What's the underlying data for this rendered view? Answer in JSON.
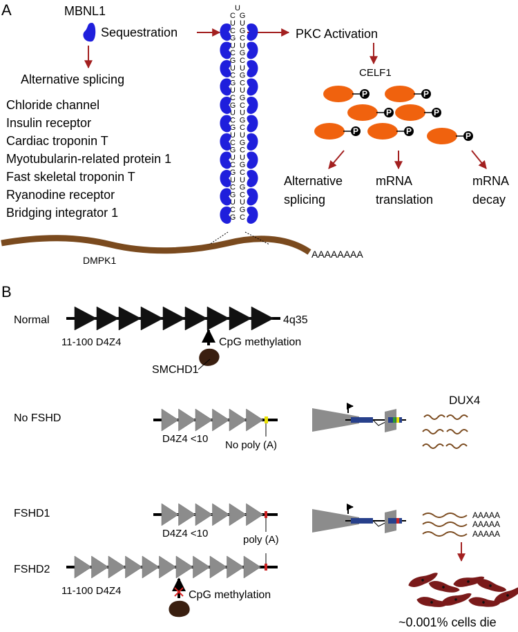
{
  "colors": {
    "mbnl": "#1f1fdc",
    "celf": "#f0620e",
    "arrow": "#a32020",
    "mrna": "#7a4a1e",
    "repeat_normal": "#111111",
    "repeat_short": "#8c8c8c",
    "exon": "#27408b",
    "polyA_yellow": "#e8e000",
    "polyA_red": "#cc2222",
    "smchd1": "#3a1f10",
    "cells": "#7a1a1a"
  },
  "panel_a": {
    "label": "A",
    "mbnl1": "MBNL1",
    "sequestration": "Sequestration",
    "pkc": "PKC Activation",
    "alt_splicing": "Alternative splicing",
    "targets": [
      "Chloride channel",
      "Insulin receptor",
      "Cardiac troponin T",
      "Myotubularin-related protein 1",
      "Fast skeletal troponin T",
      "Ryanodine receptor",
      "Bridging integrator 1"
    ],
    "celf1": "CELF1",
    "phospho": "P",
    "outcomes": [
      [
        "Alternative",
        "splicing"
      ],
      [
        "mRNA",
        "translation"
      ],
      [
        "mRNA",
        "decay"
      ]
    ],
    "hairpin_top": "U",
    "hairpin_cap": [
      "C",
      "G"
    ],
    "dmpk": "DMPK1",
    "polya": "AAAAAAAA"
  },
  "panel_b": {
    "label": "B",
    "normal": "Normal",
    "locus": "4q35",
    "repeats_normal": "11-100 D4Z4",
    "cpg": "CpG methylation",
    "smchd1": "SMCHD1",
    "no_fshd": "No FSHD",
    "d4z4_lt10": "D4Z4 <10",
    "no_polya": "No poly (A)",
    "dux4": "DUX4",
    "fshd1": "FSHD1",
    "polya": "poly (A)",
    "fshd2": "FSHD2",
    "repeats_fshd2": "11-100 D4Z4",
    "cpg2": "CpG methylation",
    "transcript_polya": "AAAAA",
    "cells_die": "~0.001% cells die"
  }
}
